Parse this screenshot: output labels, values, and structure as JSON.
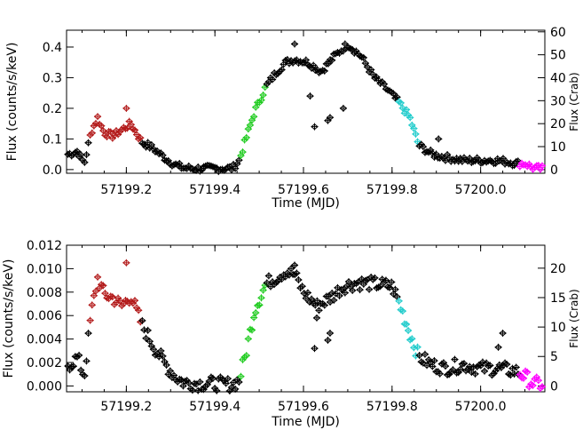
{
  "colors": {
    "axis": "#000000",
    "segment_colors": [
      "#000000",
      "#b31b1b",
      "#000000",
      "#22cc22",
      "#000000",
      "#22cccc",
      "#000000",
      "#ff00ff"
    ]
  },
  "segment_bounds_mjd": [
    57199.117,
    57199.235,
    57199.455,
    57199.515,
    57199.815,
    57199.86,
    57200.085
  ],
  "chart_data": [
    {
      "type": "scatter",
      "marker": "diamond-errorbar",
      "xlabel": "Time (MJD)",
      "ylabel": "Flux (counts/s/keV)",
      "ylabel_right": "Flux (Crab)",
      "xlim": [
        57199.065,
        57200.145
      ],
      "ylim": [
        -0.012,
        0.455
      ],
      "ylim_right": [
        -1.6,
        60.7
      ],
      "xticks": [
        57199.2,
        57199.4,
        57199.6,
        57199.8,
        57200.0
      ],
      "xtick_labels": [
        "57199.2",
        "57199.4",
        "57199.6",
        "57199.8",
        "57200.0"
      ],
      "yticks": [
        0.0,
        0.1,
        0.2,
        0.3,
        0.4
      ],
      "ytick_labels": [
        "0.0",
        "0.1",
        "0.2",
        "0.3",
        "0.4"
      ],
      "yticks_right": [
        0,
        10,
        20,
        30,
        40,
        50,
        60
      ],
      "ytick_right_labels": [
        "0",
        "10",
        "20",
        "30",
        "40",
        "50",
        "60"
      ],
      "noise_amp": 0.011,
      "curve": [
        [
          57199.07,
          0.05
        ],
        [
          57199.09,
          0.06
        ],
        [
          57199.105,
          0.02
        ],
        [
          57199.12,
          0.12
        ],
        [
          57199.135,
          0.17
        ],
        [
          57199.15,
          0.12
        ],
        [
          57199.17,
          0.11
        ],
        [
          57199.19,
          0.13
        ],
        [
          57199.21,
          0.15
        ],
        [
          57199.235,
          0.09
        ],
        [
          57199.26,
          0.07
        ],
        [
          57199.285,
          0.04
        ],
        [
          57199.31,
          0.015
        ],
        [
          57199.33,
          0.005
        ],
        [
          57199.36,
          0.003
        ],
        [
          57199.4,
          0.004
        ],
        [
          57199.44,
          0.004
        ],
        [
          57199.455,
          0.03
        ],
        [
          57199.47,
          0.1
        ],
        [
          57199.49,
          0.19
        ],
        [
          57199.515,
          0.27
        ],
        [
          57199.54,
          0.32
        ],
        [
          57199.56,
          0.35
        ],
        [
          57199.58,
          0.36
        ],
        [
          57199.61,
          0.35
        ],
        [
          57199.64,
          0.32
        ],
        [
          57199.67,
          0.37
        ],
        [
          57199.7,
          0.41
        ],
        [
          57199.73,
          0.37
        ],
        [
          57199.76,
          0.3
        ],
        [
          57199.79,
          0.26
        ],
        [
          57199.815,
          0.22
        ],
        [
          57199.84,
          0.17
        ],
        [
          57199.86,
          0.08
        ],
        [
          57199.89,
          0.05
        ],
        [
          57199.92,
          0.04
        ],
        [
          57199.96,
          0.03
        ],
        [
          57200.0,
          0.03
        ],
        [
          57200.04,
          0.03
        ],
        [
          57200.085,
          0.02
        ],
        [
          57200.1,
          0.02
        ],
        [
          57200.12,
          0.005
        ],
        [
          57200.145,
          0.002
        ]
      ],
      "outliers": [
        [
          57199.625,
          0.14
        ],
        [
          57199.66,
          0.17
        ],
        [
          57199.655,
          0.16
        ],
        [
          57199.69,
          0.2
        ],
        [
          57199.905,
          0.1
        ],
        [
          57199.615,
          0.24
        ],
        [
          57199.2,
          0.2
        ],
        [
          57199.58,
          0.41
        ]
      ]
    },
    {
      "type": "scatter",
      "marker": "diamond-errorbar",
      "xlabel": "Time (MJD)",
      "ylabel": "Flux (counts/s/keV)",
      "ylabel_right": "Flux (Crab)",
      "xlim": [
        57199.065,
        57200.145
      ],
      "ylim": [
        -0.0005,
        0.012
      ],
      "ylim_right": [
        -1.0,
        23.9
      ],
      "xticks": [
        57199.2,
        57199.4,
        57199.6,
        57199.8,
        57200.0
      ],
      "xtick_labels": [
        "57199.2",
        "57199.4",
        "57199.6",
        "57199.8",
        "57200.0"
      ],
      "yticks": [
        0.0,
        0.002,
        0.004,
        0.006,
        0.008,
        0.01,
        0.012
      ],
      "ytick_labels": [
        "0.000",
        "0.002",
        "0.004",
        "0.006",
        "0.008",
        "0.010",
        "0.012"
      ],
      "yticks_right": [
        0,
        5,
        10,
        15,
        20
      ],
      "ytick_right_labels": [
        "0",
        "5",
        "10",
        "15",
        "20"
      ],
      "noise_amp": 0.0006,
      "curve": [
        [
          57199.07,
          0.0018
        ],
        [
          57199.09,
          0.0024
        ],
        [
          57199.105,
          0.0008
        ],
        [
          57199.12,
          0.006
        ],
        [
          57199.135,
          0.0092
        ],
        [
          57199.15,
          0.0078
        ],
        [
          57199.17,
          0.0075
        ],
        [
          57199.19,
          0.0068
        ],
        [
          57199.21,
          0.0077
        ],
        [
          57199.235,
          0.0052
        ],
        [
          57199.26,
          0.0035
        ],
        [
          57199.285,
          0.002
        ],
        [
          57199.31,
          0.0008
        ],
        [
          57199.33,
          0.0003
        ],
        [
          57199.36,
          0.0002
        ],
        [
          57199.4,
          0.0002
        ],
        [
          57199.44,
          0.0001
        ],
        [
          57199.455,
          0.0005
        ],
        [
          57199.47,
          0.0028
        ],
        [
          57199.49,
          0.0065
        ],
        [
          57199.515,
          0.0087
        ],
        [
          57199.54,
          0.0093
        ],
        [
          57199.56,
          0.0098
        ],
        [
          57199.58,
          0.0095
        ],
        [
          57199.6,
          0.008
        ],
        [
          57199.63,
          0.0068
        ],
        [
          57199.66,
          0.0075
        ],
        [
          57199.69,
          0.0085
        ],
        [
          57199.72,
          0.0088
        ],
        [
          57199.76,
          0.0087
        ],
        [
          57199.8,
          0.0085
        ],
        [
          57199.815,
          0.0072
        ],
        [
          57199.84,
          0.0045
        ],
        [
          57199.86,
          0.0025
        ],
        [
          57199.89,
          0.0018
        ],
        [
          57199.92,
          0.0015
        ],
        [
          57199.96,
          0.0018
        ],
        [
          57200.0,
          0.0015
        ],
        [
          57200.04,
          0.0015
        ],
        [
          57200.085,
          0.0012
        ],
        [
          57200.1,
          0.0008
        ],
        [
          57200.12,
          0.0002
        ],
        [
          57200.145,
          0.0001
        ]
      ],
      "outliers": [
        [
          57199.2,
          0.0105
        ],
        [
          57199.625,
          0.0032
        ],
        [
          57199.655,
          0.0039
        ],
        [
          57199.66,
          0.0045
        ],
        [
          57199.63,
          0.0058
        ],
        [
          57200.04,
          0.0033
        ],
        [
          57200.05,
          0.0045
        ],
        [
          57199.58,
          0.0103
        ]
      ]
    }
  ]
}
